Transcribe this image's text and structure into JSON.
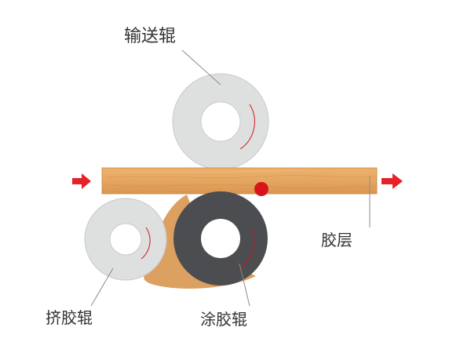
{
  "labels": {
    "conveyor_roller": "输送辊",
    "glue_layer": "胶层",
    "squeeze_roller": "挤胶辊",
    "coating_roller": "涂胶辊"
  },
  "colors": {
    "roller_light": "#dedfdf",
    "roller_light_stroke": "#c9cacb",
    "roller_dark": "#4b4d50",
    "roller_hub": "#ffffff",
    "board_wood": "#e7a862",
    "board_edge": "#c98840",
    "glue_blob": "#dca061",
    "glue_dot": "#d7141c",
    "arrow": "#e62129",
    "rotation_mark": "#d7141c",
    "leader_line": "#8a8a8a"
  },
  "icons": {
    "feed_in": "arrow-right-icon",
    "feed_out": "arrow-right-icon"
  }
}
